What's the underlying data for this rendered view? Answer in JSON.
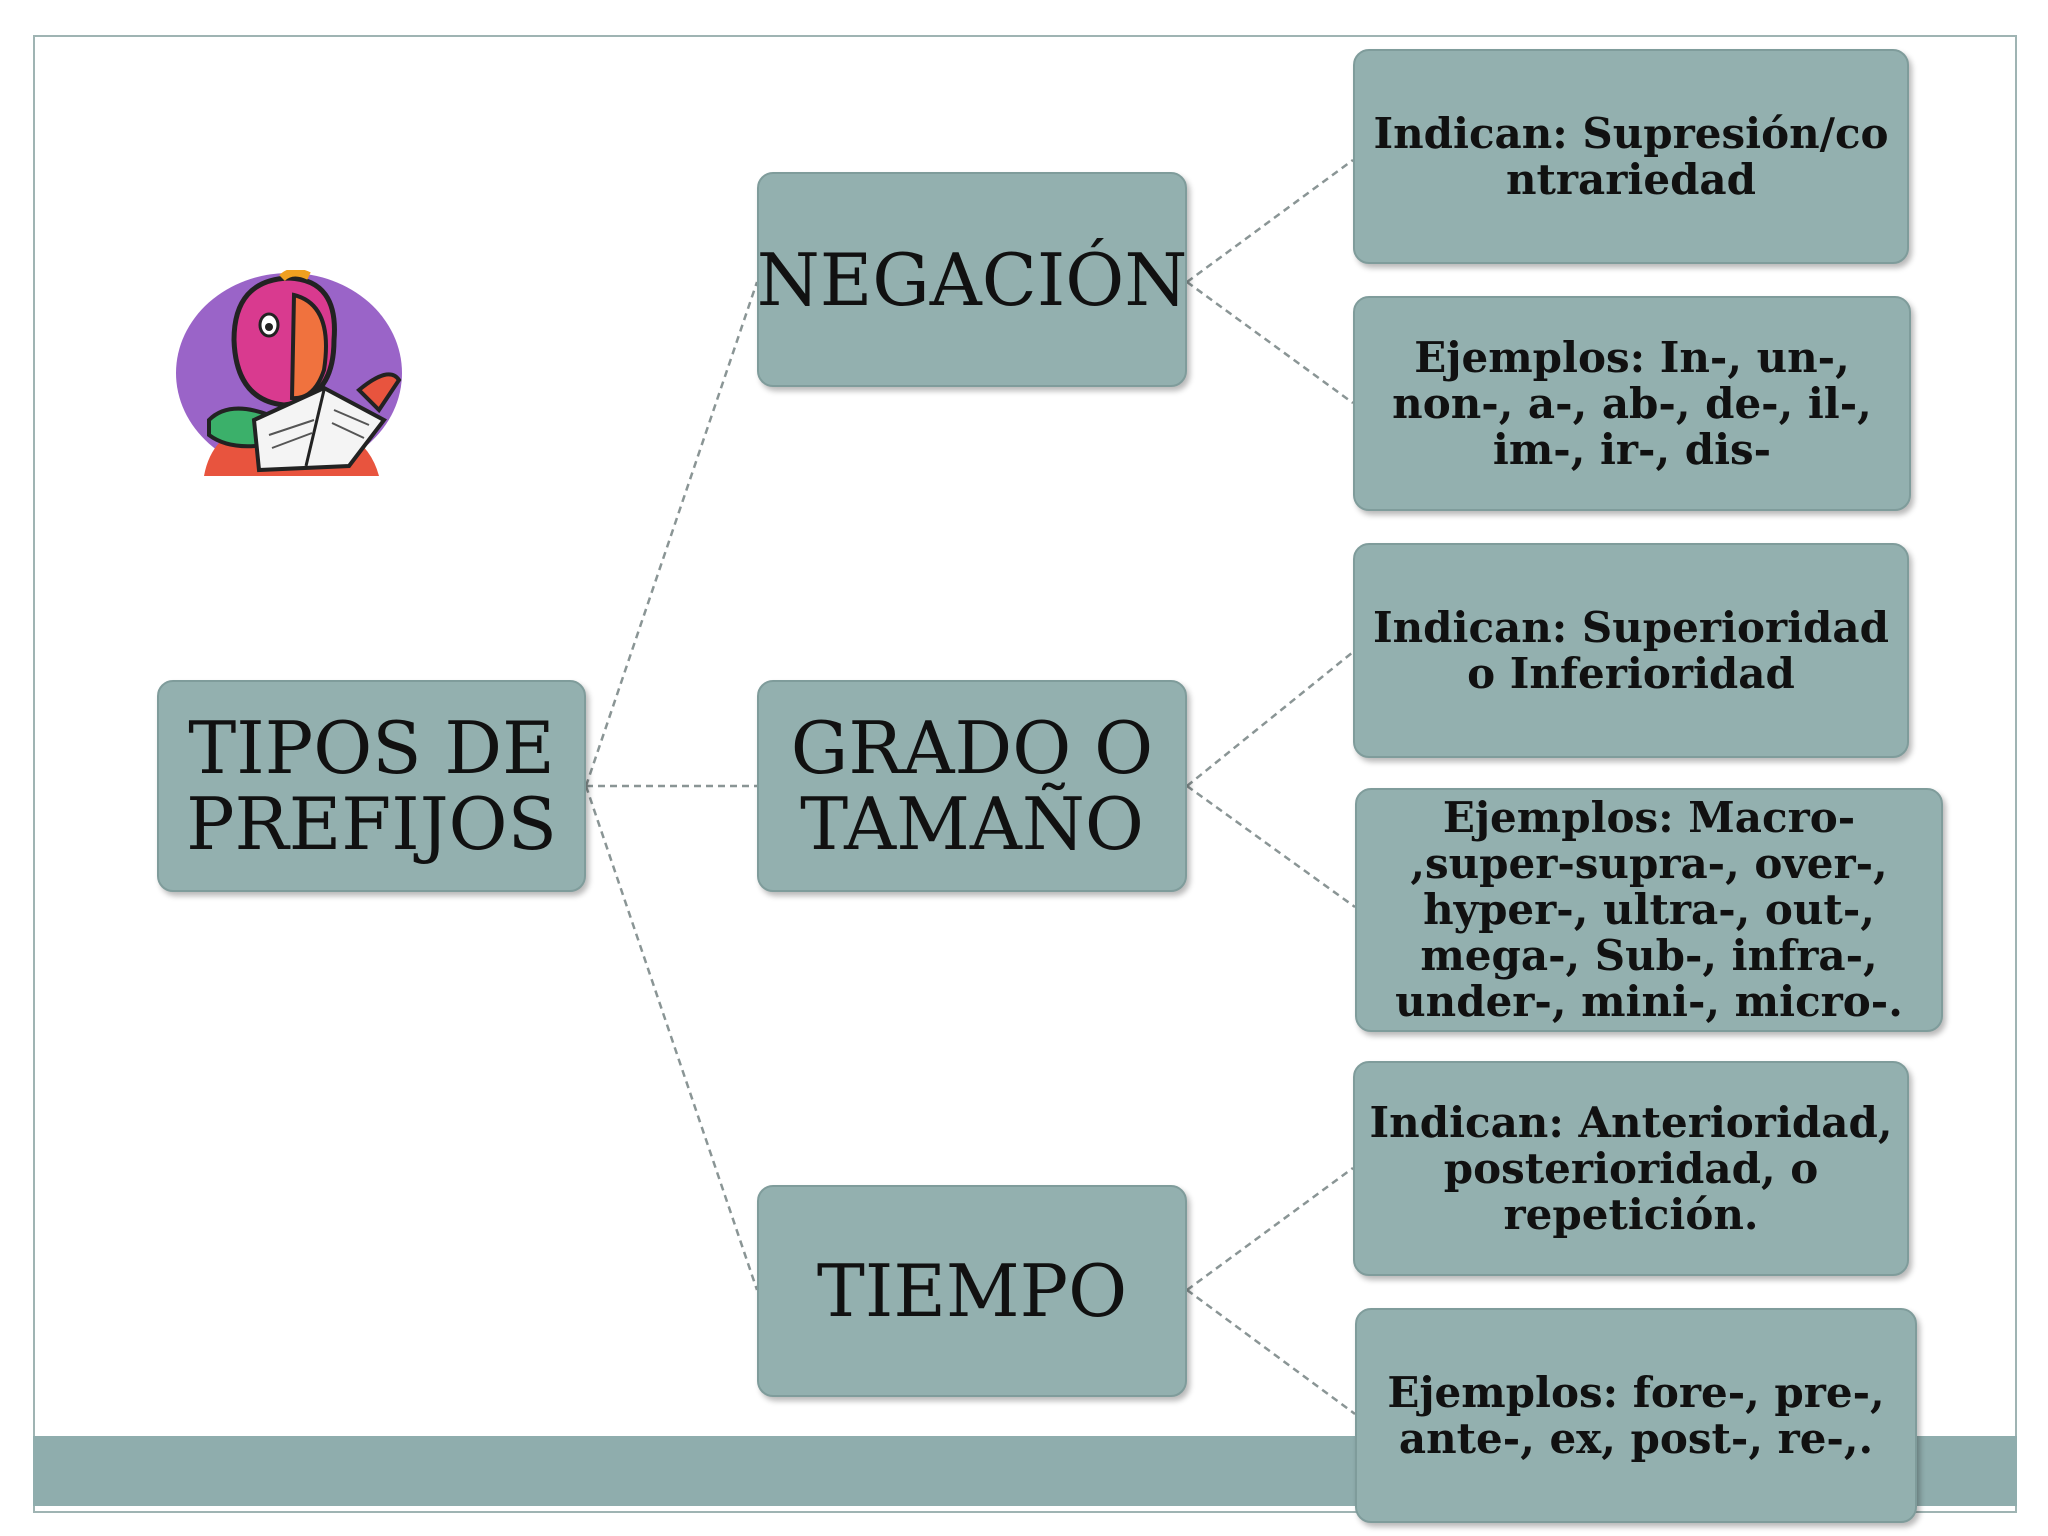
{
  "colors": {
    "node_fill": "#93b0af",
    "node_border": "#7f9c9b",
    "footer_band": "#8fadad",
    "connector": "#8a9595"
  },
  "mascot": {
    "icon": "reading-person-icon"
  },
  "root": {
    "label": "TIPOS DE PREFIJOS"
  },
  "categories": [
    {
      "label": "NEGACIÓN",
      "details": [
        "Indican: Supresión/contrariedad",
        "Ejemplos: In-, un-, non-, a-, ab-, de-, il-, im-, ir-, dis-"
      ]
    },
    {
      "label": "GRADO O TAMAÑO",
      "details": [
        "Indican: Superioridad o Inferioridad",
        "Ejemplos: Macro- ,super-supra-, over-, hyper-, ultra-,  out-, mega-, Sub-, infra-, under-, mini-, micro-."
      ]
    },
    {
      "label": "TIEMPO",
      "details": [
        "Indican: Anterioridad, posterioridad, o repetición.",
        "Ejemplos: fore-, pre-, ante-, ex, post-, re-,."
      ]
    }
  ]
}
